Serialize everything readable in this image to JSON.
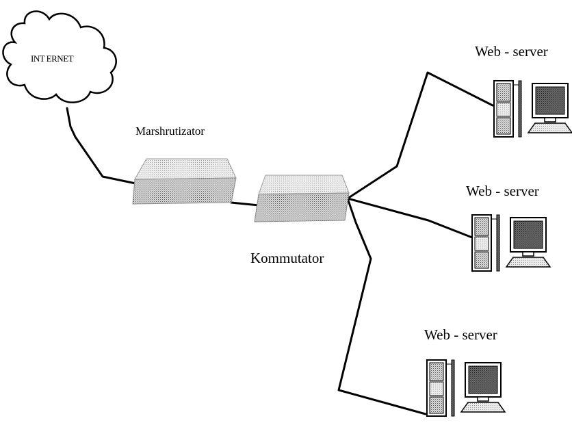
{
  "cloud": {
    "label": "INT ERNET"
  },
  "router": {
    "label": "Marshrutizator"
  },
  "switch": {
    "label": "Kommutator"
  },
  "servers": [
    {
      "label": "Web - server"
    },
    {
      "label": "Web - server"
    },
    {
      "label": "Web - server"
    }
  ],
  "colors": {
    "device_fill": "#cfcfcf",
    "monitor_screen": "#4a4a4a",
    "line": "#000000"
  }
}
